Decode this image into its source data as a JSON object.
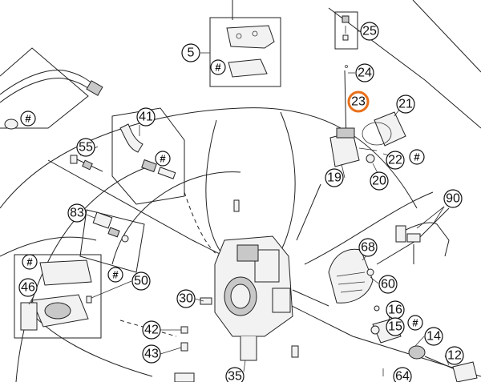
{
  "diagram": {
    "highlight_color": "#e8701a",
    "callouts": [
      {
        "id": "c25",
        "label": "25"
      },
      {
        "id": "c5",
        "label": "5"
      },
      {
        "id": "c24",
        "label": "24"
      },
      {
        "id": "c23",
        "label": "23",
        "highlighted": true
      },
      {
        "id": "c21",
        "label": "21"
      },
      {
        "id": "c41",
        "label": "41"
      },
      {
        "id": "c55",
        "label": "55"
      },
      {
        "id": "c22",
        "label": "22"
      },
      {
        "id": "c19",
        "label": "19"
      },
      {
        "id": "c20",
        "label": "20"
      },
      {
        "id": "c90",
        "label": "90"
      },
      {
        "id": "c83",
        "label": "83"
      },
      {
        "id": "c68",
        "label": "68"
      },
      {
        "id": "c50",
        "label": "50"
      },
      {
        "id": "c46",
        "label": "46"
      },
      {
        "id": "c60",
        "label": "60"
      },
      {
        "id": "c30",
        "label": "30"
      },
      {
        "id": "c16",
        "label": "16"
      },
      {
        "id": "c15",
        "label": "15"
      },
      {
        "id": "c42",
        "label": "42"
      },
      {
        "id": "c14",
        "label": "14"
      },
      {
        "id": "c43",
        "label": "43"
      },
      {
        "id": "c12",
        "label": "12"
      },
      {
        "id": "c35",
        "label": "35"
      },
      {
        "id": "c64",
        "label": "64"
      }
    ],
    "hash_markers": [
      {
        "id": "h1",
        "label": "#"
      },
      {
        "id": "h2",
        "label": "#"
      },
      {
        "id": "h3",
        "label": "#"
      },
      {
        "id": "h4",
        "label": "#"
      },
      {
        "id": "h5",
        "label": "#"
      },
      {
        "id": "h6",
        "label": "#"
      },
      {
        "id": "h7",
        "label": "#"
      }
    ]
  }
}
